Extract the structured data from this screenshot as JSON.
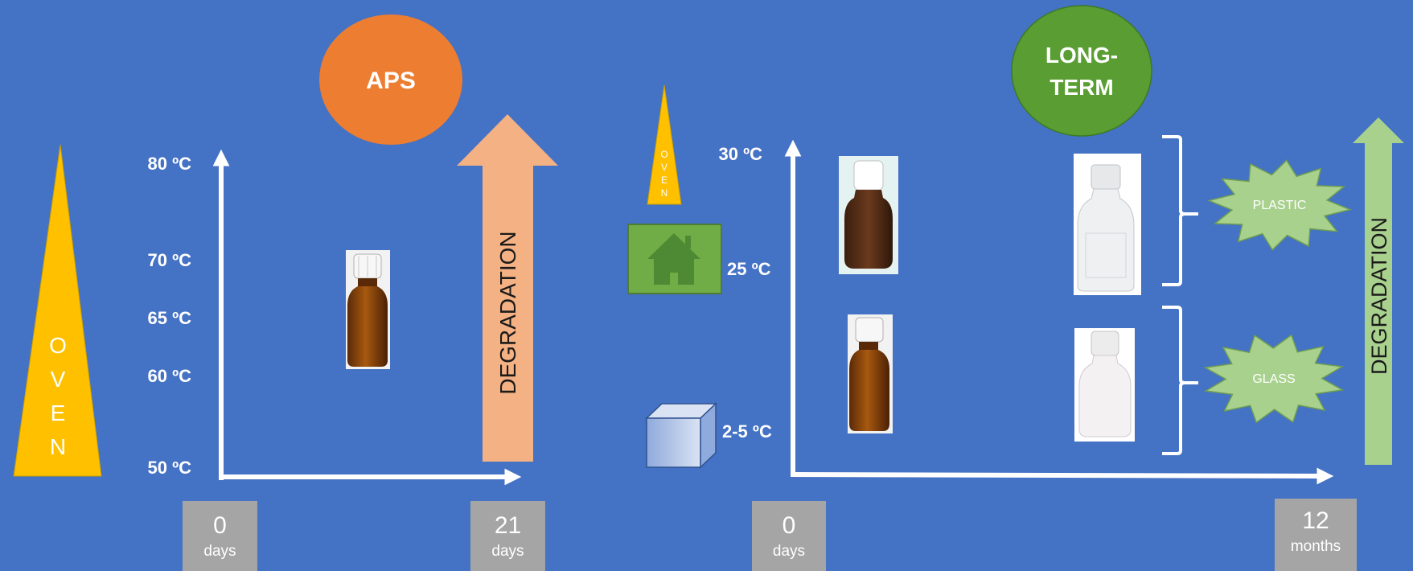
{
  "aps": {
    "title": "APS",
    "oven_label": "O V E N",
    "temperatures": [
      "80 ºC",
      "70 ºC",
      "65 ºC",
      "60 ºC",
      "50 ºC"
    ],
    "degradation_label": "DEGRADATION",
    "time_start": {
      "value": "0",
      "unit": "days"
    },
    "time_end": {
      "value": "21",
      "unit": "days"
    }
  },
  "long_term": {
    "title": "LONG-TERM",
    "title_line1": "LONG-",
    "title_line2": "TERM",
    "oven_label": "O V E N",
    "temperatures": [
      "30 ºC",
      "25 ºC",
      "2-5 ºC"
    ],
    "degradation_label": "DEGRADATION",
    "plastic_label": "PLASTIC",
    "glass_label": "GLASS",
    "time_start": {
      "value": "0",
      "unit": "days"
    },
    "time_end": {
      "value": "12",
      "unit": "months"
    }
  },
  "colors": {
    "background": "#4472c4",
    "aps_circle": "#ed7d31",
    "long_term_circle": "#5a9e33",
    "oven": "#ffc000",
    "aps_arrow": "#f4b183",
    "long_term_arrow": "#a9d18e",
    "house_box": "#70ad47",
    "fridge": "#b4c7e7",
    "burst": "#a9d18e",
    "time_box": "#a5a5a5"
  },
  "icons": [
    "house-icon",
    "fridge-icon",
    "amber-bottle-icon",
    "plastic-bottle-icon",
    "glass-bottle-icon"
  ]
}
